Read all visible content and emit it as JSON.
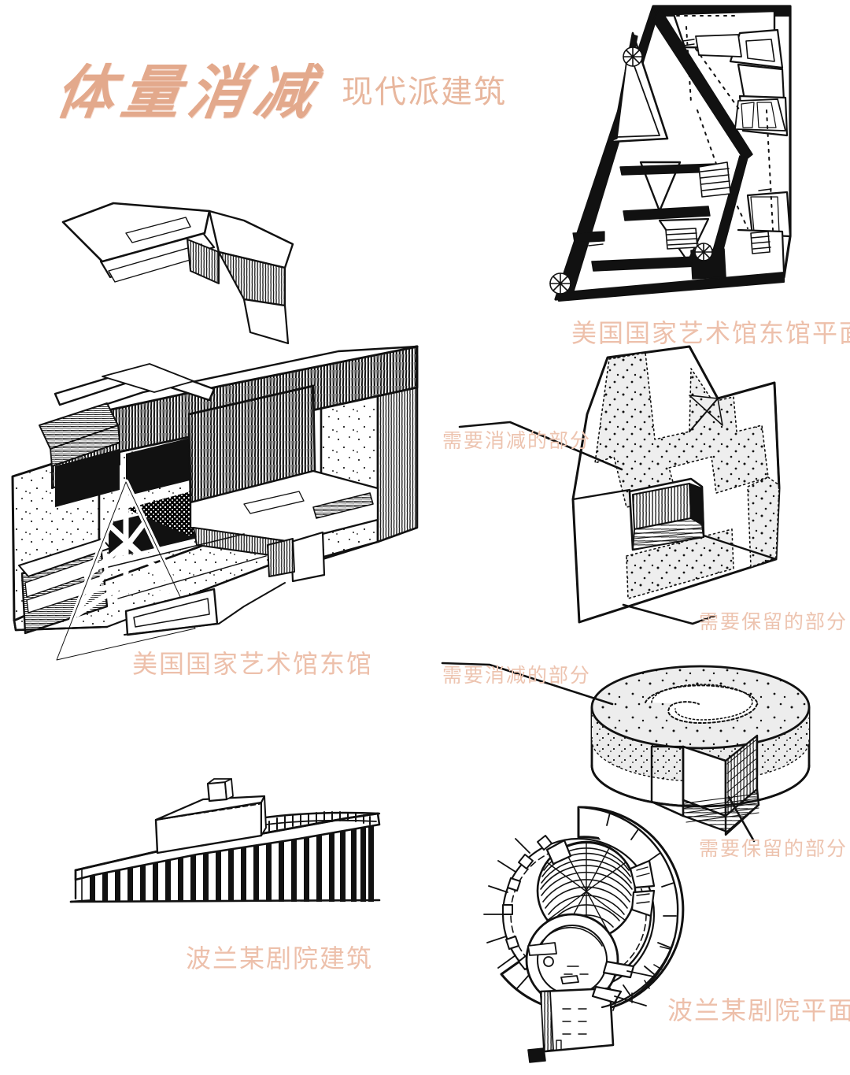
{
  "header": {
    "title_main": "体量消减",
    "title_sub": "现代派建筑",
    "title_color": "#e3a98c",
    "subtitle_color": "#e8b79e"
  },
  "caption_color": "#edc0ab",
  "figures": [
    {
      "id": "east-building-axonometric",
      "caption": "美国国家艺术馆东馆",
      "type": "axonometric-cutaway-sketch",
      "subject": "National Gallery of Art East Building",
      "features": [
        "vertical hatched walls",
        "triangular space-frame truss",
        "stippled concrete planes",
        "cut-away interior"
      ]
    },
    {
      "id": "east-building-plan",
      "caption": "美国国家艺术馆东馆平面",
      "type": "floor-plan-sketch",
      "subject": "National Gallery of Art East Building plan",
      "features": [
        "triangular geometry",
        "heavy poché walls",
        "stairs",
        "dotted circulation"
      ]
    },
    {
      "id": "east-building-massing",
      "caption": null,
      "type": "massing-subtraction-diagram",
      "annotations": [
        {
          "label": "需要消减的部分",
          "meaning": "part to be reduced"
        },
        {
          "label": "需要保留的部分",
          "meaning": "part to be retained"
        }
      ],
      "features": [
        "stippled zigzag subtraction zone",
        "hatched recessed opening"
      ]
    },
    {
      "id": "theatre-cylinder-massing",
      "caption": null,
      "type": "massing-subtraction-diagram",
      "annotations": [
        {
          "label": "需要消减的部分",
          "meaning": "part to be reduced"
        },
        {
          "label": "需要保留的部分",
          "meaning": "part to be retained"
        }
      ],
      "features": [
        "cylinder volume",
        "wedge notch cut",
        "stippled upper band",
        "spiral inner court"
      ]
    },
    {
      "id": "poland-theatre-elevation",
      "caption": "波兰某剧院建筑",
      "type": "elevation-sketch",
      "subject": "Polish theatre building",
      "features": [
        "circular colonnade",
        "spiraling ramp canopy",
        "roof box volume"
      ]
    },
    {
      "id": "poland-theatre-plan",
      "caption": "波兰某剧院平面",
      "type": "floor-plan-sketch",
      "subject": "Polish theatre plan",
      "features": [
        "concentric circular rings",
        "radial auditorium seating",
        "spiral outer wall",
        "central circular lobby"
      ]
    }
  ],
  "labels": {
    "reduce": "需要消减的部分",
    "retain": "需要保留的部分"
  }
}
